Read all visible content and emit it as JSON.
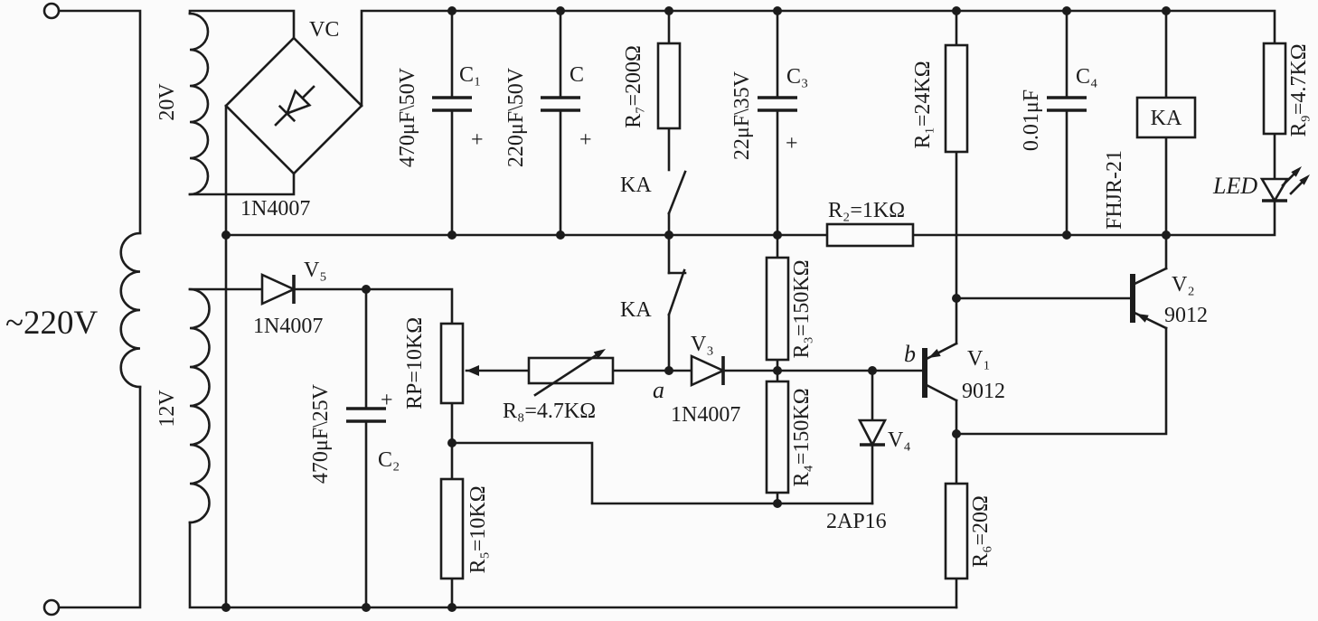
{
  "style": {
    "ink": "#1c1c1c",
    "background": "#fbfbfb"
  },
  "ac_input": {
    "label": "~220V"
  },
  "transformer": {
    "secondary_top": "20V",
    "secondary_bottom": "12V"
  },
  "bridge": {
    "name": "VC",
    "part": "1N4007"
  },
  "capacitors": {
    "c1": {
      "name": "C₁",
      "value": "470μF\\50V",
      "polarity": "+"
    },
    "c": {
      "name": "C",
      "value": "220μF\\50V",
      "polarity": "+"
    },
    "c2": {
      "name": "C₂",
      "value": "470μF\\25V",
      "polarity": "+"
    },
    "c3": {
      "name": "C₃",
      "value": "22μF\\35V",
      "polarity": "+"
    },
    "c4": {
      "name": "C₄",
      "value": "0.01μF"
    }
  },
  "resistors": {
    "r1": "R₁=24KΩ",
    "r2": "R₂=1KΩ",
    "r3": "R₃=150KΩ",
    "r4": "R₄=150KΩ",
    "r5": "R₅=10KΩ",
    "r6": "R₆=20Ω",
    "r7": "R₇=200Ω",
    "r8": "R₈=4.7KΩ",
    "r9": "R₉=4.7KΩ",
    "rp": "RP=10KΩ"
  },
  "diodes": {
    "v5": {
      "name": "V₅",
      "part": "1N4007"
    },
    "v3": {
      "name": "V₃",
      "part": "1N4007"
    },
    "v4": {
      "name": "V₄",
      "part": "2AP16"
    },
    "led": {
      "name": "LED"
    }
  },
  "transistors": {
    "v1": {
      "name": "V₁",
      "part": "9012",
      "base": "b"
    },
    "v2": {
      "name": "V₂",
      "part": "9012"
    }
  },
  "relay": {
    "coil": "KA",
    "part": "FHJR-21",
    "contact_upper": "KA",
    "contact_lower": "KA"
  },
  "nodes": {
    "a": "a"
  }
}
